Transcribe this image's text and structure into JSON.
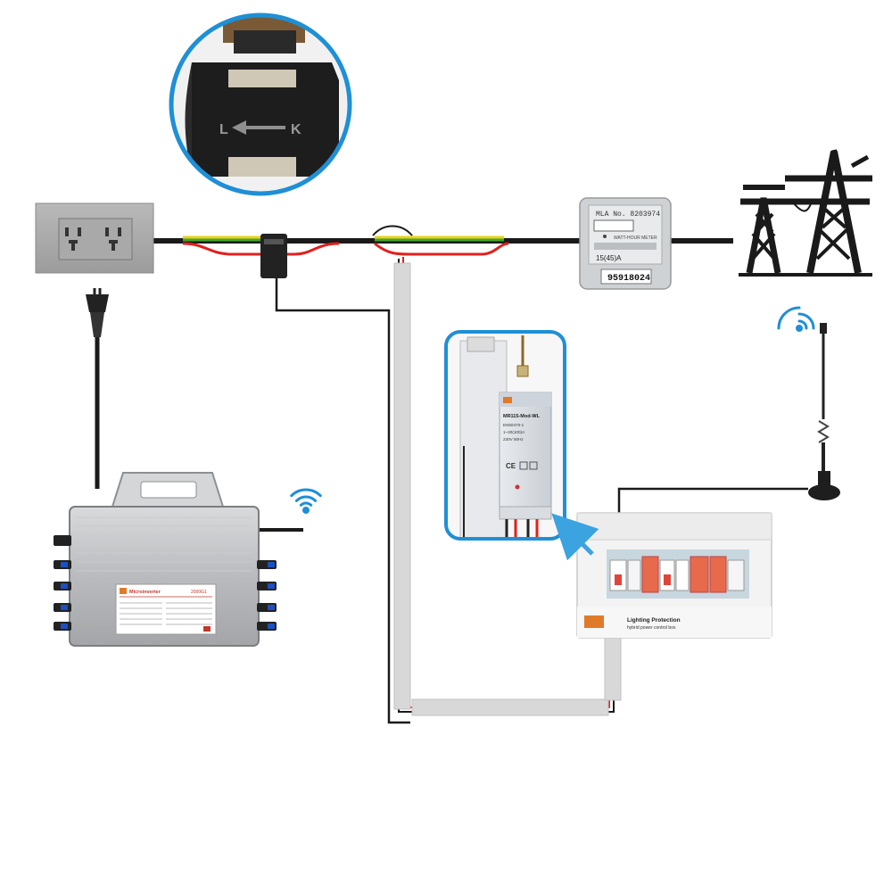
{
  "ct_clamp": {
    "left_label": "L",
    "right_label": "K"
  },
  "energy_meter": {
    "header": "MLA No. 8203974",
    "subheader": "WATT-HOUR METER",
    "rating": "15(45)A",
    "serial": "95918024"
  },
  "smart_meter_module": {
    "model": "MR115-Mod-WL",
    "standard": "EN50470-1",
    "current": "1~20(100)A",
    "voltage": "230V 50Hz",
    "marks": "CE"
  },
  "control_box": {
    "title": "Lighting Protection",
    "subtitle": "hybrid power control box"
  },
  "microinverter": {
    "brand": "Microinverter",
    "model": "2000G1"
  },
  "colors": {
    "wire_black": "#1a1a1a",
    "wire_red": "#e0201c",
    "wire_green": "#3fa535",
    "wire_yellow": "#e8d21a",
    "accent_blue": "#1f8fd6",
    "conduit_gray": "#d6d6d6"
  },
  "icons": [
    "wifi-icon",
    "antenna-icon",
    "power-tower-icon",
    "wall-socket-icon",
    "plug-icon"
  ]
}
